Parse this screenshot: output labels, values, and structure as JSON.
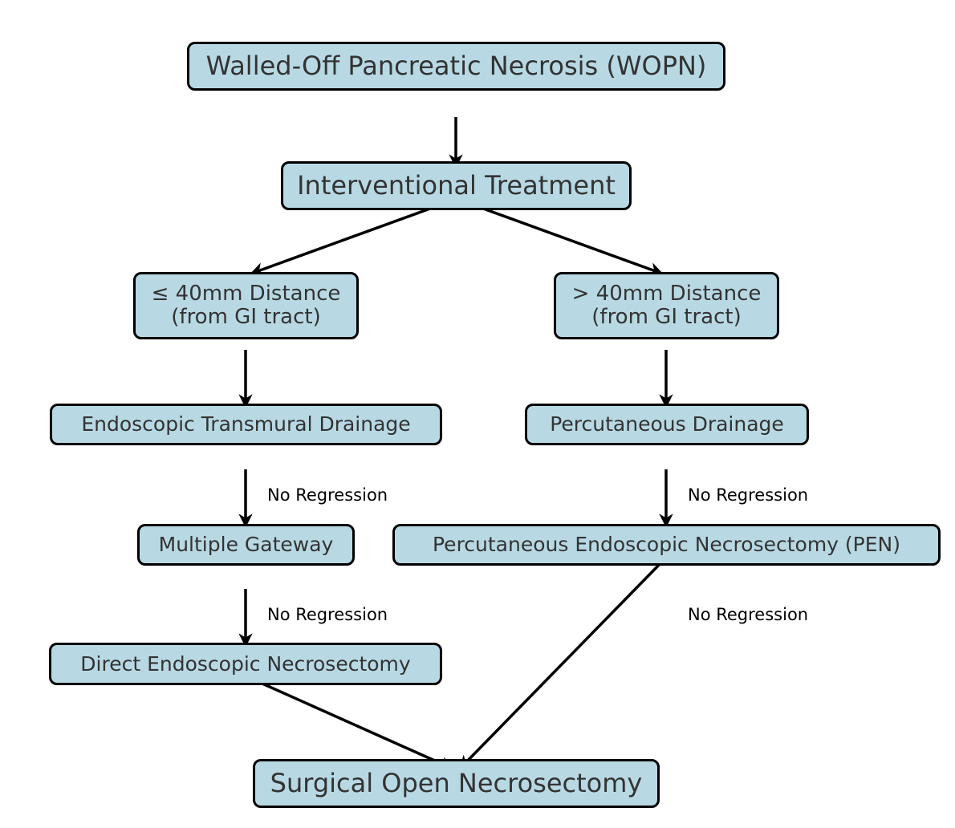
{
  "nodes": {
    "wopn": "Walled-Off Pancreatic Necrosis (WOPN)",
    "interventional": "Interventional Treatment",
    "le40": {
      "line1": "≤ 40mm Distance",
      "line2": "(from GI tract)"
    },
    "gt40": {
      "line1": "> 40mm Distance",
      "line2": "(from GI tract)"
    },
    "endoscopic_drainage": "Endoscopic Transmural Drainage",
    "percutaneous_drainage": "Percutaneous Drainage",
    "multiple_gateway": "Multiple Gateway",
    "pen": "Percutaneous Endoscopic Necrosectomy (PEN)",
    "direct_necrosectomy": "Direct Endoscopic Necrosectomy",
    "surgical": "Surgical Open Necrosectomy"
  },
  "edge_labels": {
    "left_no_regression_1": "No Regression",
    "right_no_regression_1": "No Regression",
    "left_no_regression_2": "No Regression",
    "right_no_regression_2": "No Regression"
  },
  "colors": {
    "node_fill": "#b8d9e4",
    "node_border": "#000000",
    "node_text": "#333333",
    "arrow": "#000000"
  }
}
